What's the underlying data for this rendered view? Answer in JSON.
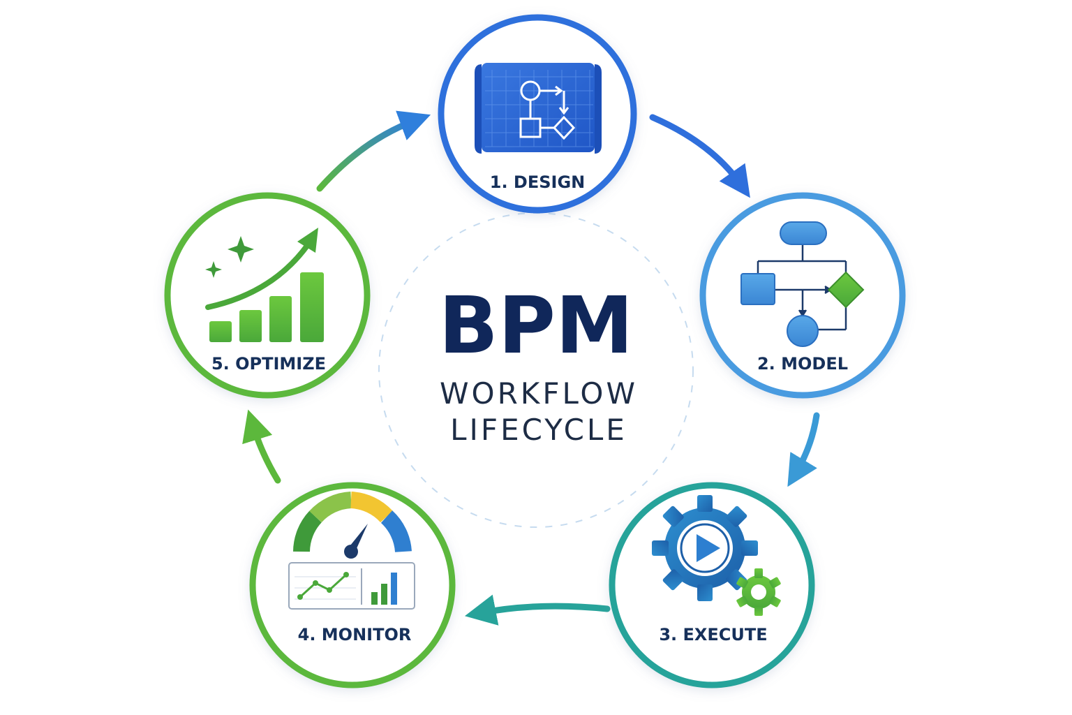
{
  "center": {
    "title": "BPM",
    "subtitle_line1": "WORKFLOW",
    "subtitle_line2": "LIFECYCLE"
  },
  "stages": [
    {
      "id": "design",
      "label": "1. DESIGN",
      "icon": "blueprint-icon",
      "color": "#2f6fdc"
    },
    {
      "id": "model",
      "label": "2. MODEL",
      "icon": "flowchart-icon",
      "color": "#4a9be0"
    },
    {
      "id": "execute",
      "label": "3. EXECUTE",
      "icon": "gear-play-icon",
      "color": "#27a39a"
    },
    {
      "id": "monitor",
      "label": "4. MONITOR",
      "icon": "gauge-dashboard-icon",
      "color": "#5cb83c"
    },
    {
      "id": "optimize",
      "label": "5. OPTIMIZE",
      "icon": "growth-chart-icon",
      "color": "#5cb83c"
    }
  ],
  "colors": {
    "blue": "#2f6fdc",
    "light_blue": "#4a9be0",
    "teal": "#27a39a",
    "green": "#5cb83c",
    "navy": "#10275a"
  }
}
